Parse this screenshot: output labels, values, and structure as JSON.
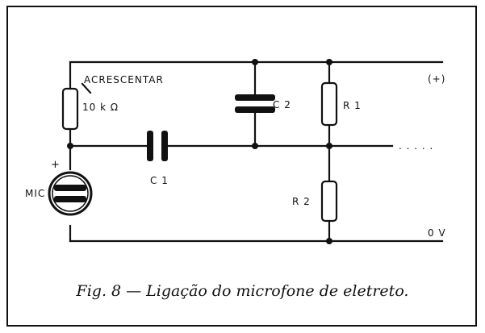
{
  "labels": {
    "acrescentar": "ACRESCENTAR",
    "resistor_value": "10 k Ω",
    "mic": "MIC",
    "mic_polarity": "+",
    "c1": "C 1",
    "c2": "C 2",
    "r1": "R 1",
    "r2": "R 2",
    "positive": "(+)",
    "ground": "0 V",
    "output": ". . . . ."
  },
  "caption": "Fig. 8 — Ligação do microfone de eletreto."
}
